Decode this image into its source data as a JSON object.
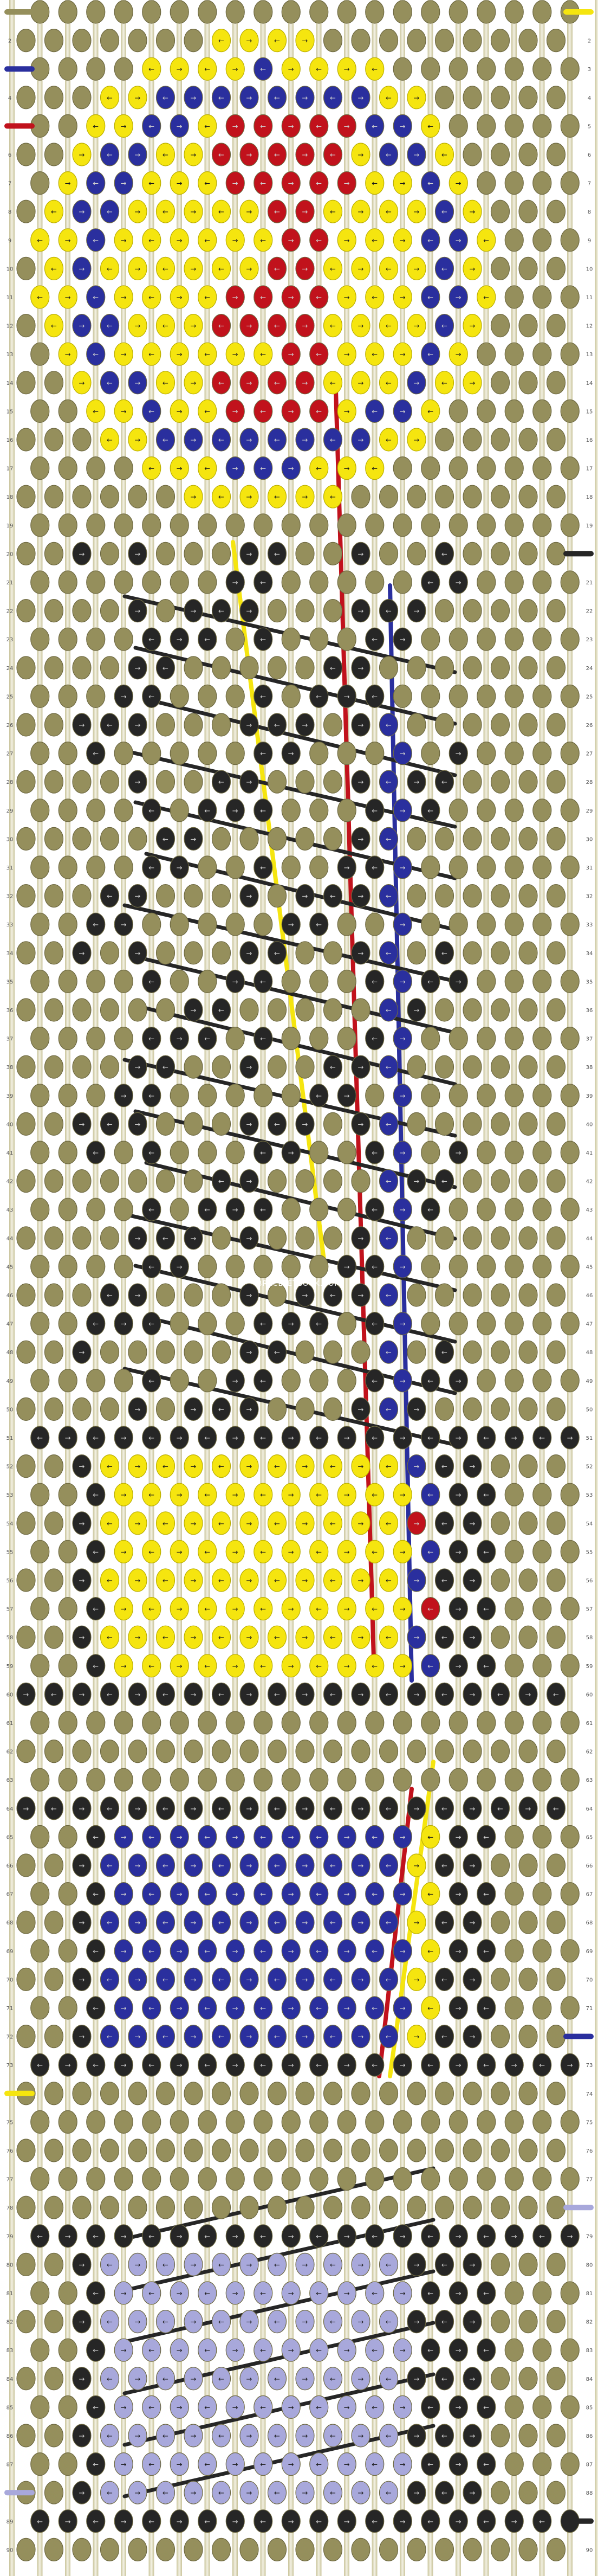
{
  "watermark": "BRACELETBOOK.COM",
  "rows": 90,
  "columns": 21,
  "colors": {
    "background_knot": "#958f5c",
    "background_knot_edge": "#6d6840",
    "yellow": "#f5e50f",
    "blue": "#2a2f9e",
    "red": "#c1121c",
    "black": "#262626",
    "lavender": "#a8a8db",
    "string_strip": "#b9b37e"
  },
  "strings_left": [
    {
      "row": 1,
      "color": "#958f5c"
    },
    {
      "row": 3,
      "color": "#2a2f9e"
    },
    {
      "row": 5,
      "color": "#c1121c"
    },
    {
      "row": 74,
      "color": "#f5e50f"
    },
    {
      "row": 88,
      "color": "#a8a8db"
    }
  ],
  "strings_right": [
    {
      "row": 1,
      "color": "#f5e50f"
    },
    {
      "row": 20,
      "color": "#262626"
    },
    {
      "row": 72,
      "color": "#2a2f9e"
    },
    {
      "row": 78,
      "color": "#a8a8db"
    },
    {
      "row": 89,
      "color": "#262626"
    }
  ],
  "regions": [
    {
      "name": "yellow-face-disc",
      "color": "yellow",
      "shape": "disc"
    },
    {
      "name": "blue-ring",
      "color": "blue",
      "shape": "ring"
    },
    {
      "name": "red-letter",
      "color": "red",
      "shape": "glyph"
    },
    {
      "name": "black-text-lines",
      "color": "black",
      "shape": "text"
    },
    {
      "name": "yellow-block",
      "color": "yellow",
      "shape": "block"
    },
    {
      "name": "blue-block",
      "color": "blue",
      "shape": "block"
    },
    {
      "name": "lavender-block",
      "color": "lavender",
      "shape": "block"
    }
  ]
}
